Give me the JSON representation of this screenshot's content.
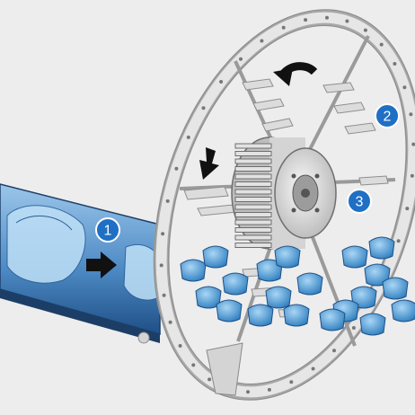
{
  "diagram": {
    "callouts": [
      {
        "id": "callout-1",
        "label": "1"
      },
      {
        "id": "callout-2",
        "label": "2"
      },
      {
        "id": "callout-3",
        "label": "3"
      }
    ],
    "colors": {
      "background": "#ededed",
      "conveyor_blue": "#2f6aa8",
      "conveyor_light": "#7fb0dc",
      "fish_blue": "#6fb6e8",
      "callout_fill": "#1f6fc4",
      "frame_gray": "#cfcfcf",
      "arrow_black": "#111111"
    },
    "icons": [
      "arrow-right-icon",
      "arrow-down-icon",
      "arrow-curved-icon"
    ]
  }
}
